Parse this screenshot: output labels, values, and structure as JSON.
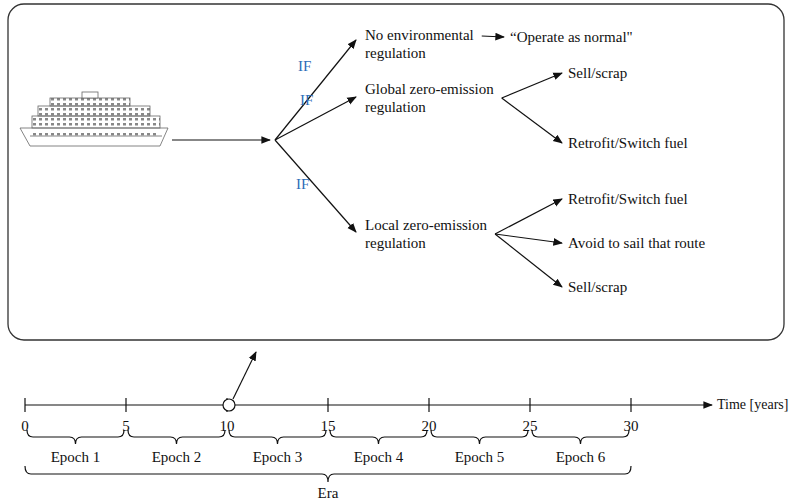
{
  "diagram": {
    "nodes": [
      {
        "text": [
          "No environmental regulation"
        ]
      },
      {
        "text": [
          "“Operate as normal\""
        ]
      },
      {
        "text": [
          "Global zero-emission regulation"
        ]
      },
      {
        "text": [
          "Sell/scrap"
        ]
      },
      {
        "text": [
          "Retrofit/Switch fuel"
        ]
      },
      {
        "text": [
          "Local zero-emission regulation"
        ]
      },
      {
        "text": [
          "Retrofit/Switch fuel"
        ]
      },
      {
        "text": [
          "Avoid to sail that route"
        ]
      },
      {
        "text": [
          "Sell/scrap"
        ]
      }
    ],
    "edges": [
      {
        "from": 0,
        "to": 1,
        "arrow": "to"
      },
      {
        "from": 2,
        "to": 3,
        "arrow": "to"
      },
      {
        "from": 2,
        "to": 4,
        "arrow": "to"
      },
      {
        "from": 5,
        "to": 6,
        "arrow": "to"
      },
      {
        "from": 5,
        "to": 7,
        "arrow": "to"
      },
      {
        "from": 5,
        "to": 8,
        "arrow": "to"
      }
    ],
    "labels": [
      "IF",
      "IF",
      "IF",
      "0",
      "5",
      "10",
      "15",
      "20",
      "25",
      "30",
      "Time [years]",
      "Epoch 1",
      "Epoch 2",
      "Epoch 3",
      "Epoch 4",
      "Epoch 5",
      "Epoch 6",
      "Era"
    ]
  }
}
